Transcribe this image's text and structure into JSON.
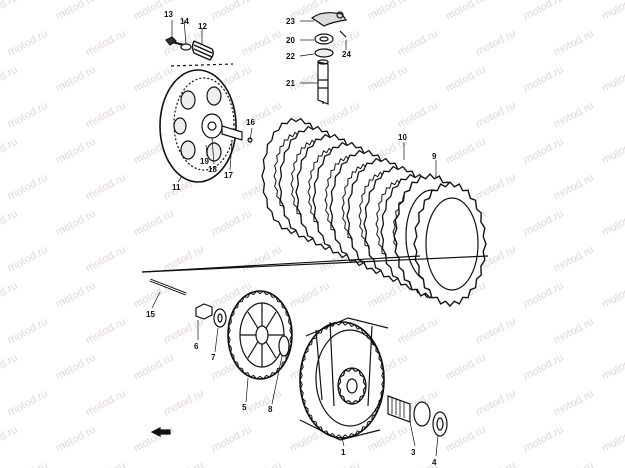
{
  "watermark": {
    "text": "motod.ru"
  },
  "callouts": [
    {
      "key": "c13",
      "text": "13"
    },
    {
      "key": "c14",
      "text": "14"
    },
    {
      "key": "c12",
      "text": "12"
    },
    {
      "key": "c23",
      "text": "23"
    },
    {
      "key": "c20",
      "text": "20"
    },
    {
      "key": "c22",
      "text": "22"
    },
    {
      "key": "c24",
      "text": "24"
    },
    {
      "key": "c21",
      "text": "21"
    },
    {
      "key": "c16",
      "text": "16"
    },
    {
      "key": "c19",
      "text": "19"
    },
    {
      "key": "c18",
      "text": "18"
    },
    {
      "key": "c17",
      "text": "17"
    },
    {
      "key": "c11",
      "text": "11"
    },
    {
      "key": "c10",
      "text": "10"
    },
    {
      "key": "c9",
      "text": "9"
    },
    {
      "key": "c15",
      "text": "15"
    },
    {
      "key": "c6",
      "text": "6"
    },
    {
      "key": "c7",
      "text": "7"
    },
    {
      "key": "c5",
      "text": "5"
    },
    {
      "key": "c8",
      "text": "8"
    },
    {
      "key": "c1",
      "text": "1"
    },
    {
      "key": "c3",
      "text": "3"
    },
    {
      "key": "c4",
      "text": "4"
    }
  ],
  "icons": {
    "front_arrow": "front-arrow-icon"
  },
  "colors": {
    "ink": "#111111",
    "watermark": "#d8c9c9",
    "background": "#ffffff"
  }
}
